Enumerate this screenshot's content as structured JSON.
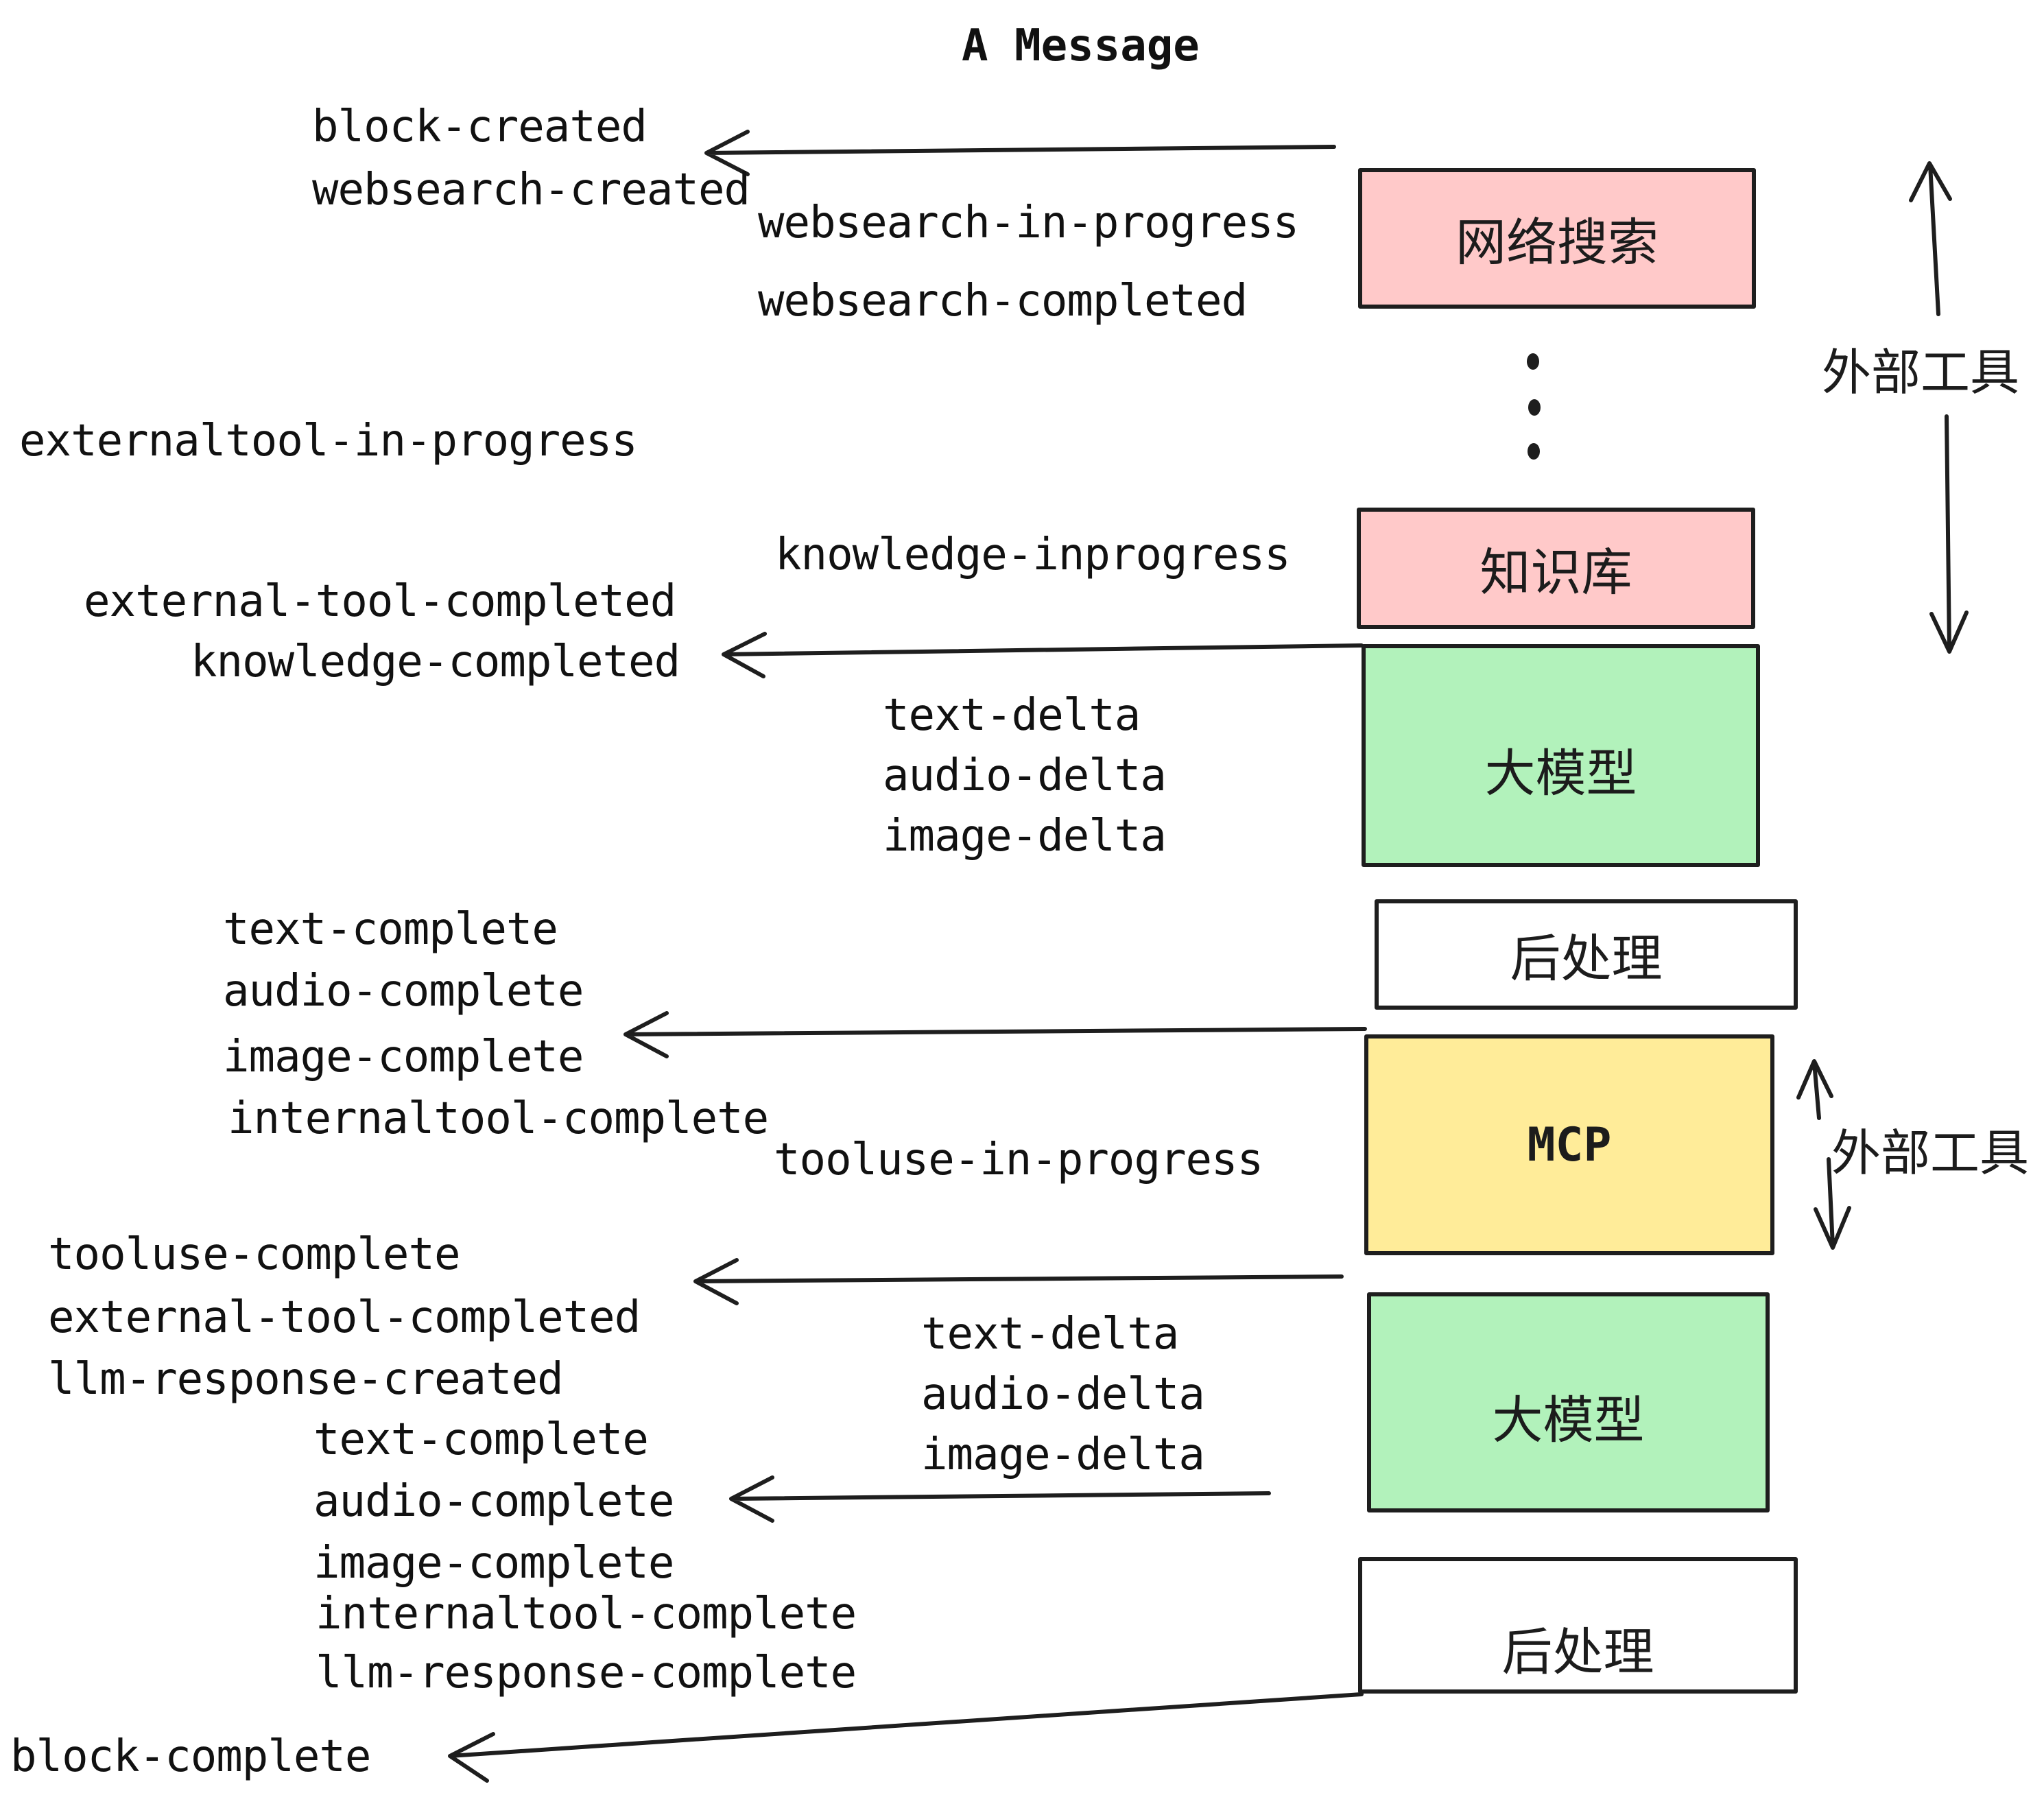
{
  "title": "A Message",
  "colors": {
    "pink": "#ffc9c9",
    "green": "#b2f2bb",
    "yellow": "#ffec99",
    "white": "#ffffff",
    "stroke": "#1e1e1e"
  },
  "boxes": [
    {
      "label": "网络搜索",
      "fill": "#ffc9c9"
    },
    {
      "label": "知识库",
      "fill": "#ffc9c9"
    },
    {
      "label": "大模型",
      "fill": "#b2f2bb"
    },
    {
      "label": "后处理",
      "fill": "#ffffff"
    },
    {
      "label": "MCP",
      "fill": "#ffec99"
    },
    {
      "label": "大模型",
      "fill": "#b2f2bb"
    },
    {
      "label": "后处理",
      "fill": "#ffffff"
    }
  ],
  "side_labels": [
    {
      "text": "外部工具"
    },
    {
      "text": "外部工具"
    }
  ],
  "events": [
    {
      "label": "block-created"
    },
    {
      "label": "websearch-created"
    },
    {
      "label": "websearch-in-progress"
    },
    {
      "label": "websearch-completed"
    },
    {
      "label": "externaltool-in-progress"
    },
    {
      "label": "knowledge-inprogress"
    },
    {
      "label": "external-tool-completed"
    },
    {
      "label": "knowledge-completed"
    },
    {
      "label": "text-delta"
    },
    {
      "label": "audio-delta"
    },
    {
      "label": "image-delta"
    },
    {
      "label": "text-complete"
    },
    {
      "label": "audio-complete"
    },
    {
      "label": "image-complete"
    },
    {
      "label": "internaltool-complete"
    },
    {
      "label": "tooluse-in-progress"
    },
    {
      "label": "tooluse-complete"
    },
    {
      "label": "external-tool-completed"
    },
    {
      "label": "llm-response-created"
    },
    {
      "label": "text-delta"
    },
    {
      "label": "audio-delta"
    },
    {
      "label": "image-delta"
    },
    {
      "label": "text-complete"
    },
    {
      "label": "audio-complete"
    },
    {
      "label": "image-complete"
    },
    {
      "label": "internaltool-complete"
    },
    {
      "label": "llm-response-complete"
    },
    {
      "label": "block-complete"
    }
  ]
}
